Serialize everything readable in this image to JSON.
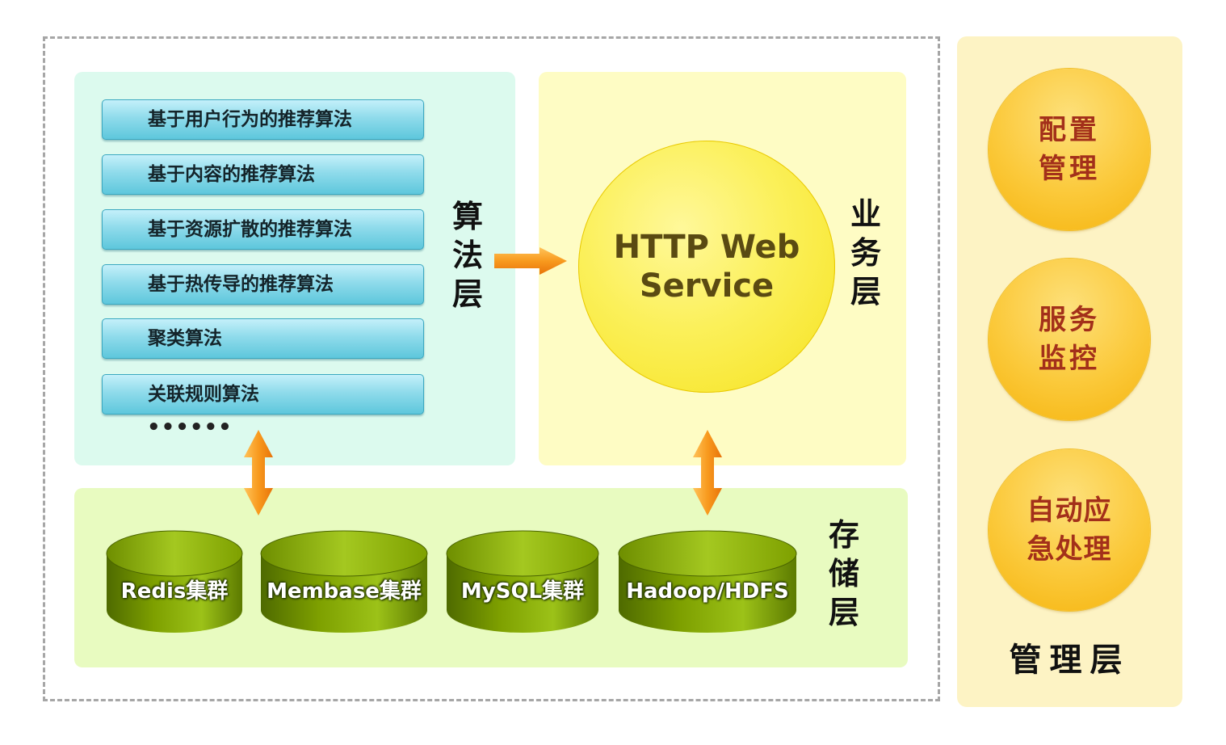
{
  "algorithm_layer": {
    "label": "算法层",
    "items": [
      "基于用户行为的推荐算法",
      "基于内容的推荐算法",
      "基于资源扩散的推荐算法",
      "基于热传导的推荐算法",
      "聚类算法",
      "关联规则算法"
    ],
    "ellipsis": "••••••"
  },
  "business_layer": {
    "label": "业务层",
    "service_line1": "HTTP Web",
    "service_line2": "Service"
  },
  "storage_layer": {
    "label": "存储层",
    "clusters": [
      "Redis集群",
      "Membase集群",
      "MySQL集群",
      "Hadoop/HDFS"
    ]
  },
  "management_layer": {
    "title": "管理层",
    "items": [
      {
        "line1": "配置",
        "line2": "管理"
      },
      {
        "line1": "服务",
        "line2": "监控"
      },
      {
        "line1": "自动应",
        "line2": "急处理"
      }
    ]
  },
  "colors": {
    "algo_panel": "#dcfaee",
    "business_panel": "#fefcc4",
    "storage_panel": "#e8fbc0",
    "management_panel": "#fdf3c4",
    "arrow_orange": "#f7931e",
    "cylinder_green": "#7ea000",
    "management_text": "#a3301a"
  }
}
